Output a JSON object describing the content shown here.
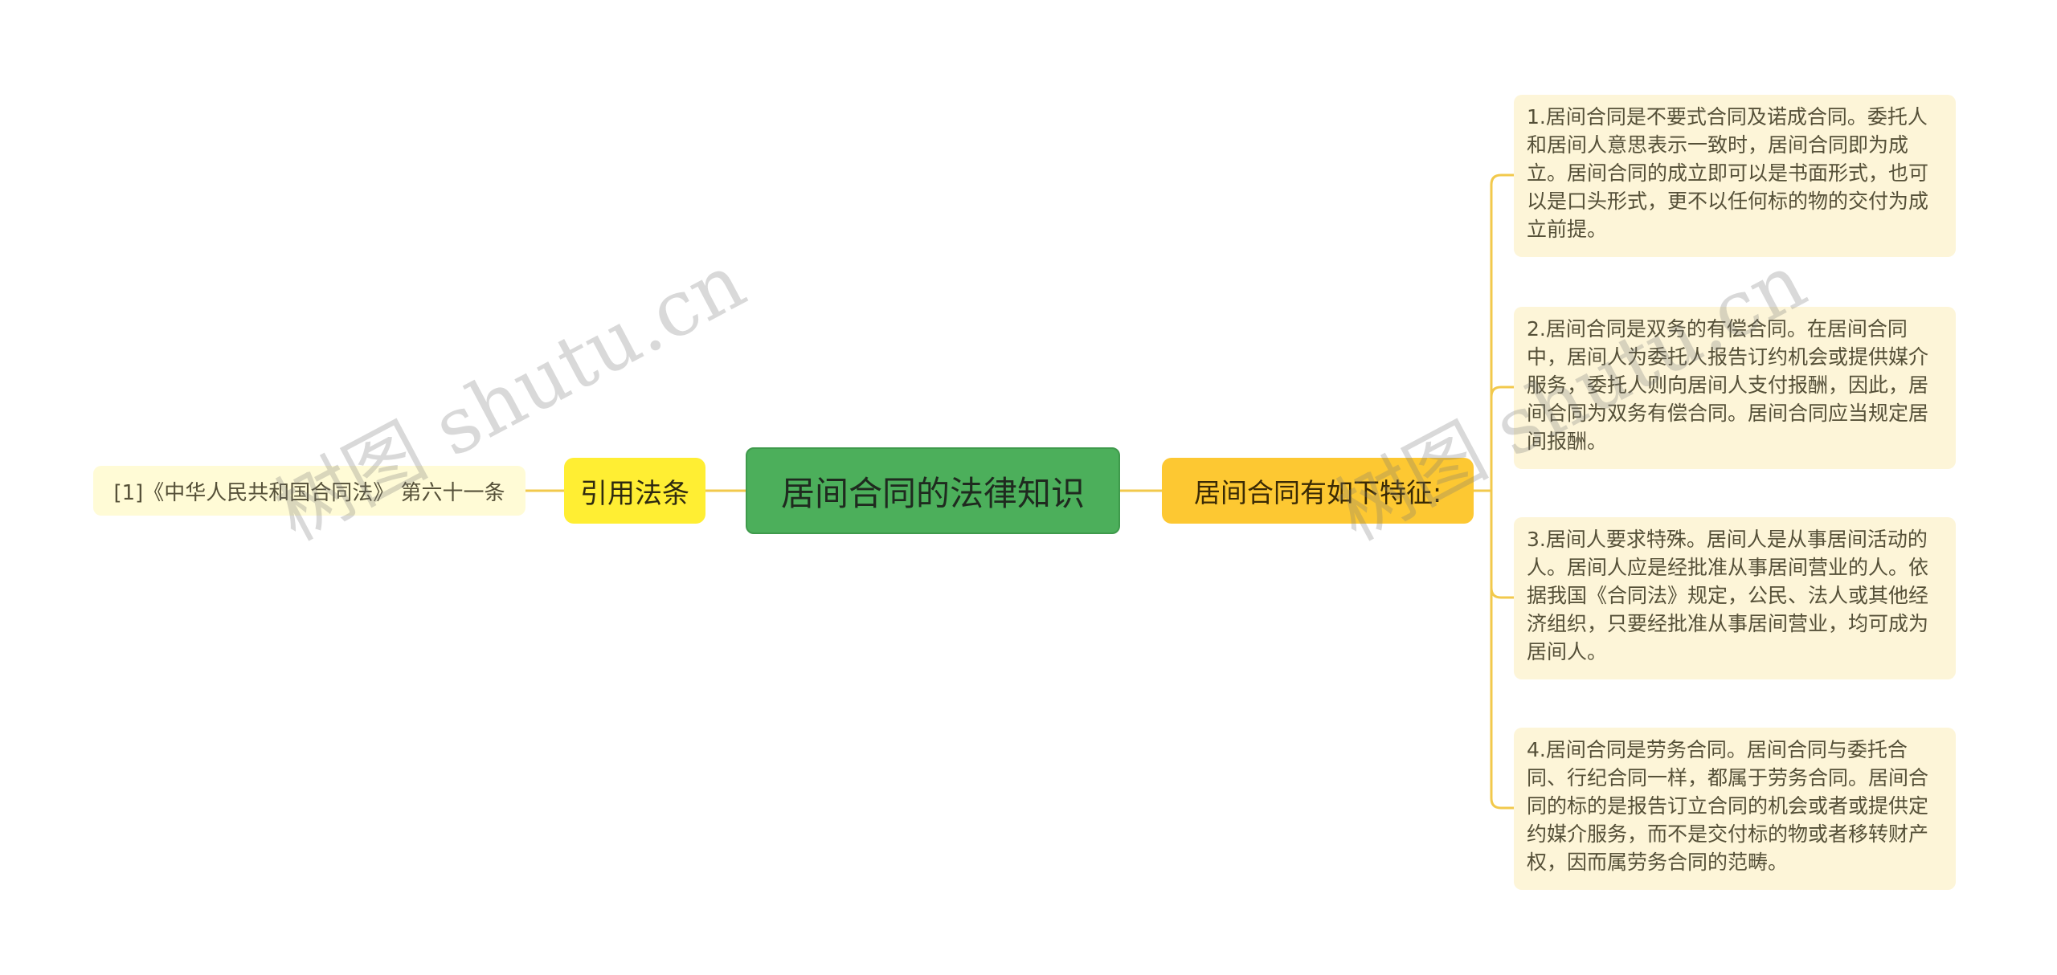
{
  "mindmap": {
    "root": {
      "label": "居间合同的法律知识"
    },
    "left_branch": {
      "label": "引用法条",
      "child": {
        "label": "[1]《中华人民共和国合同法》 第六十一条"
      }
    },
    "right_branch": {
      "label": "居间合同有如下特征:",
      "children": [
        {
          "text": "1.居间合同是不要式合同及诺成合同。委托人和居间人意思表示一致时，居间合同即为成立。居间合同的成立即可以是书面形式，也可以是口头形式，更不以任何标的物的交付为成立前提。"
        },
        {
          "text": "2.居间合同是双务的有偿合同。在居间合同中，居间人为委托人报告订约机会或提供媒介服务，委托人则向居间人支付报酬，因此，居间合同为双务有偿合同。居间合同应当规定居间报酬。"
        },
        {
          "text": "3.居间人要求特殊。居间人是从事居间活动的人。居间人应是经批准从事居间营业的人。依据我国《合同法》规定，公民、法人或其他经济组织，只要经批准从事居间营业，均可成为居间人。"
        },
        {
          "text": "4.居间合同是劳务合同。居间合同与委托合同、行纪合同一样，都属于劳务合同。居间合同的标的是报告订立合同的机会或者或提供定约媒介服务，而不是交付标的物或者移转财产权，因而属劳务合同的范畴。"
        }
      ]
    }
  },
  "watermark": {
    "text": "树图 shutu.cn"
  },
  "colors": {
    "root_fill": "#4caf5b",
    "left_branch_fill": "#ffee33",
    "right_branch_fill": "#fdc832",
    "leaf_fill": "#fdf5d8",
    "connector": "#f2c94c"
  }
}
